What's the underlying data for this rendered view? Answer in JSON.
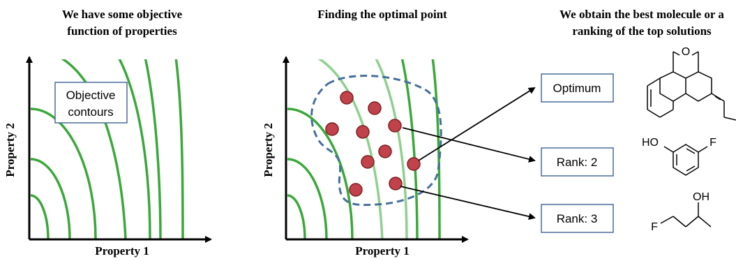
{
  "panels": [
    {
      "title_lines": [
        "We have some objective",
        "function of properties"
      ],
      "xlabel": "Property 1",
      "ylabel": "Property 2",
      "callout_lines": [
        "Objective",
        "contours"
      ]
    },
    {
      "title_lines": [
        "Finding the optimal point"
      ],
      "xlabel": "Property 1",
      "ylabel": "Property 2"
    },
    {
      "title_lines": [
        "We obtain the best molecule or a",
        "ranking of the top solutions"
      ]
    }
  ],
  "result_boxes": [
    "Optimum",
    "Rank: 2",
    "Rank: 3"
  ],
  "molecule_labels": {
    "mol1": [
      "O"
    ],
    "mol2": [
      "HO",
      "F"
    ],
    "mol3": [
      "OH",
      "F"
    ]
  },
  "colors": {
    "contour": "#3aa83a",
    "contour_highlight": "#8fd08f",
    "point_fill": "#c1424a",
    "point_stroke": "#7a1f24",
    "region": "#466e9e",
    "box_border": "#4a6a9a"
  }
}
